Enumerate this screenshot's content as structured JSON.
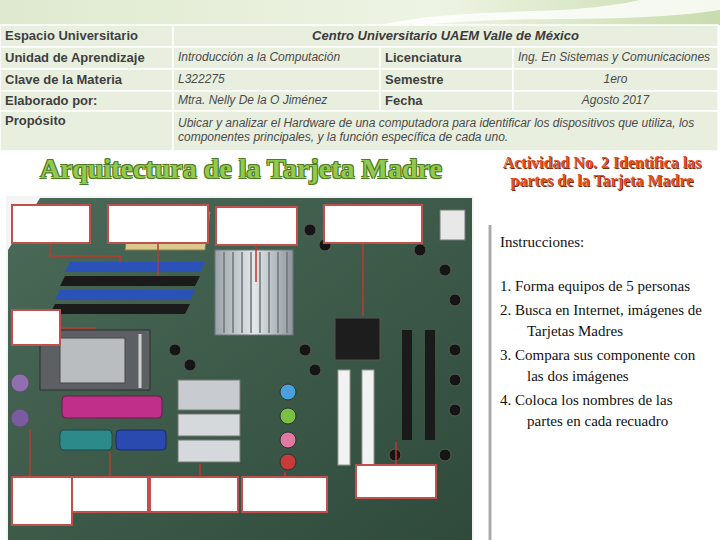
{
  "diagram": {
    "title": "Arquitectura de la Tarjeta Madre",
    "labels": [
      "Espacio Universitario",
      "Centro Universitario UAEM Valle de México",
      "Unidad de Aprendizaje",
      "Introducción a la Computación",
      "Licenciatura",
      "Ing. En Sistemas y Comunicaciones",
      "Clave de la Materia",
      "L322275",
      "Semestre",
      "1ero",
      "Elaborado por:",
      "Mtra. Nelly De la O Jiménez",
      "Fecha",
      "Agosto 2017",
      "Propósito",
      "Ubicar y analizar el Hardware de una computadora para identificar los dispositivos que utiliza, los componentes principales, y la función específica de cada uno.",
      "Actividad No. 2 Identifica las partes de la Tarjeta Madre",
      "Instrucciones:",
      "1. Forma equipos de 5 personas",
      "2. Busca en Internet, imágenes de Tarjetas Madres",
      "3. Compara sus componente con las dos imágenes",
      "4. Coloca los nombres de las partes en cada recuadro"
    ]
  }
}
